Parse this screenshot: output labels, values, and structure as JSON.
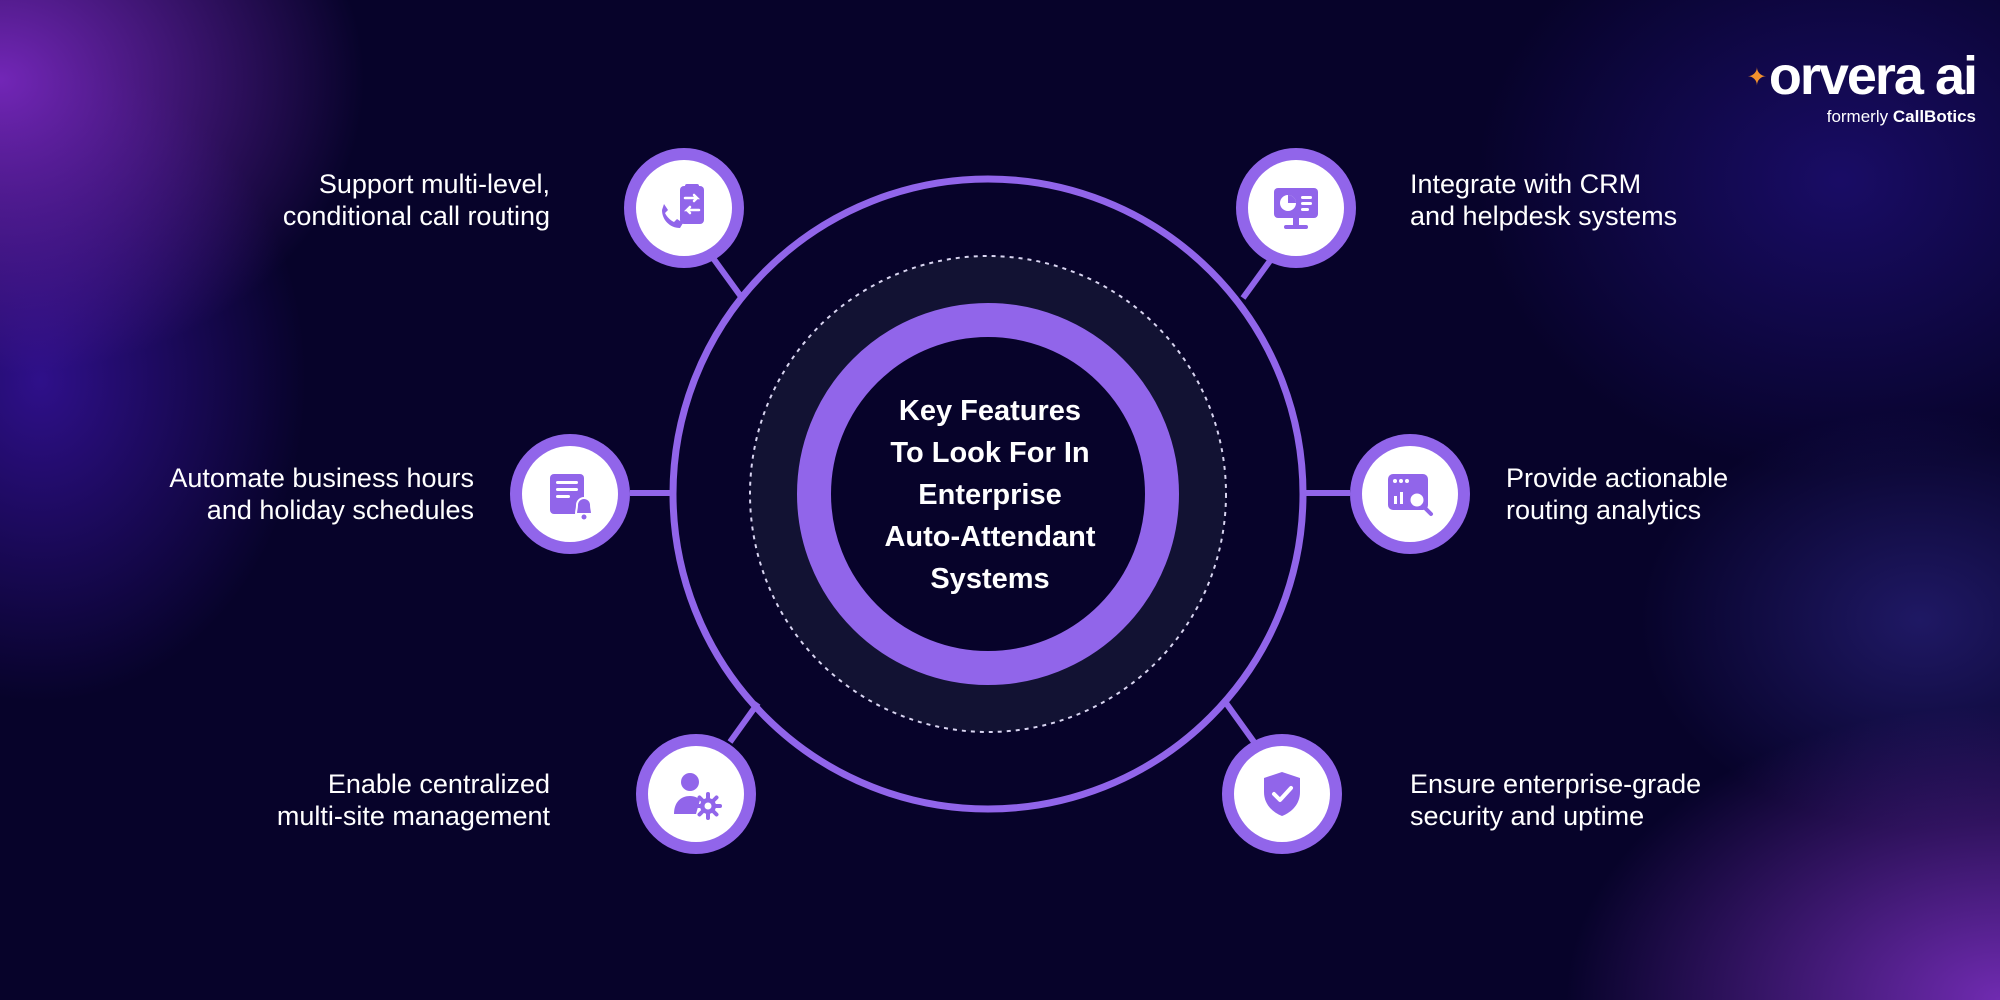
{
  "logo": {
    "name": "orvera ai",
    "formerly_label": "formerly",
    "formerly_brand": "CallBotics"
  },
  "center": {
    "lines": [
      "Key Features",
      "To Look For In",
      "Enterprise",
      "Auto-Attendant",
      "Systems"
    ]
  },
  "features": [
    {
      "lines": [
        "Support multi-level,",
        "conditional call routing"
      ],
      "icon": "call-routing-icon"
    },
    {
      "lines": [
        "Integrate with CRM",
        "and helpdesk systems"
      ],
      "icon": "monitor-chart-icon"
    },
    {
      "lines": [
        "Automate business hours",
        "and holiday schedules"
      ],
      "icon": "schedule-bell-icon"
    },
    {
      "lines": [
        "Provide actionable",
        "routing analytics"
      ],
      "icon": "analytics-search-icon"
    },
    {
      "lines": [
        "Enable centralized",
        "multi-site management"
      ],
      "icon": "user-gear-icon"
    },
    {
      "lines": [
        "Ensure enterprise-grade",
        "security and uptime"
      ],
      "icon": "shield-check-icon"
    }
  ],
  "colors": {
    "background": "#07032a",
    "accent": "#9165ea",
    "logo_spark": "#f2912d",
    "text": "#ffffff"
  }
}
